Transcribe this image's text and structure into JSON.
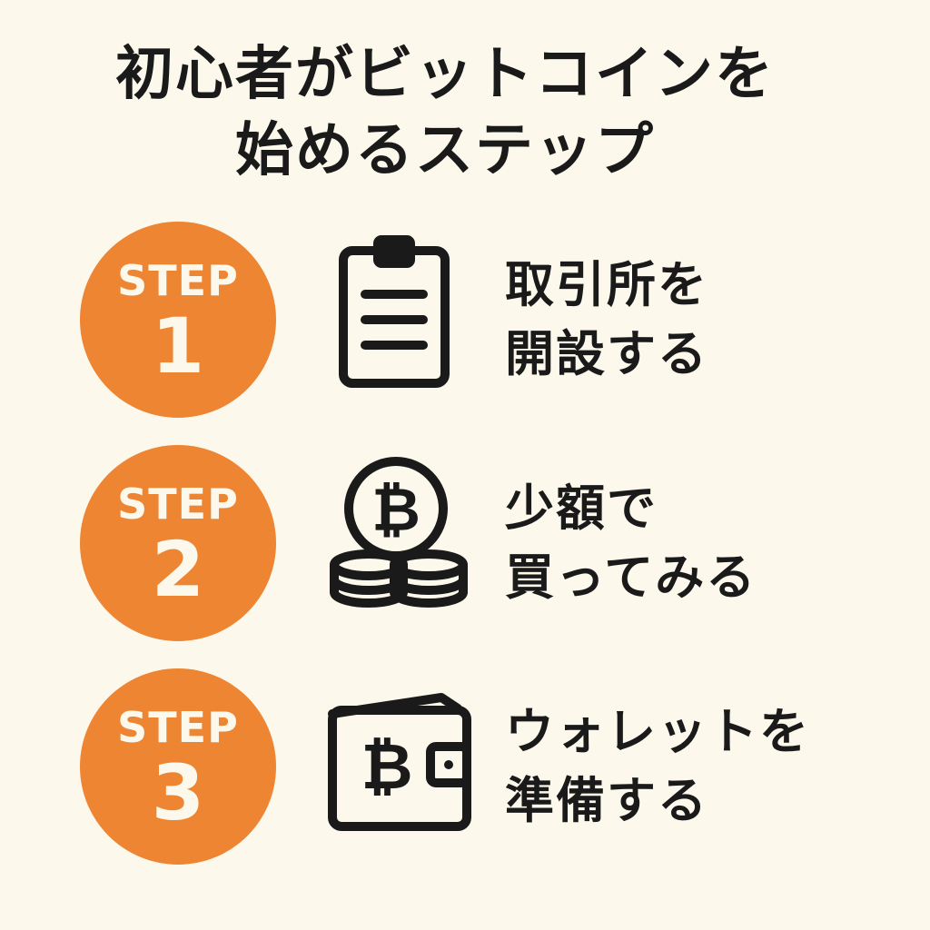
{
  "title": {
    "line1": "初心者がビットコインを",
    "line2": "始めるステップ"
  },
  "colors": {
    "background": "#fdf8ec",
    "accent": "#ee8532",
    "text": "#1a1a1a"
  },
  "steps": [
    {
      "word": "STEP",
      "number": "1",
      "icon": "clipboard-icon",
      "label_line1": "取引所を",
      "label_line2": "開設する"
    },
    {
      "word": "STEP",
      "number": "2",
      "icon": "bitcoin-coins-icon",
      "label_line1": "少額で",
      "label_line2": "買ってみる"
    },
    {
      "word": "STEP",
      "number": "3",
      "icon": "bitcoin-wallet-icon",
      "label_line1": "ウォレットを",
      "label_line2": "準備する"
    }
  ]
}
